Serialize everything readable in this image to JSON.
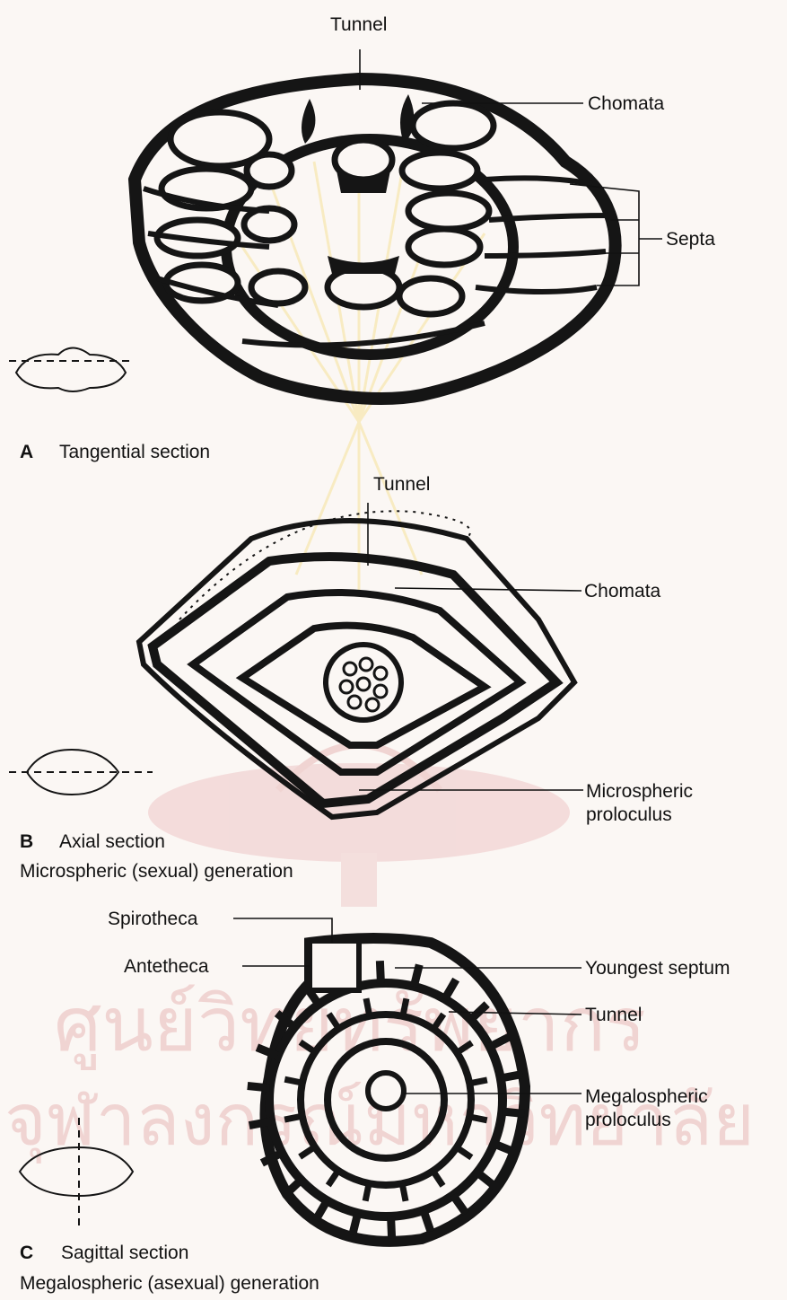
{
  "panel_a": {
    "letter": "A",
    "caption": "Tangential section",
    "labels": {
      "tunnel": "Tunnel",
      "chomata": "Chomata",
      "septa": "Septa"
    }
  },
  "panel_b": {
    "letter": "B",
    "caption": "Axial section",
    "caption2": "Microspheric (sexual) generation",
    "labels": {
      "tunnel": "Tunnel",
      "chomata": "Chomata",
      "proloculus_1": "Microspheric",
      "proloculus_2": "proloculus"
    }
  },
  "panel_c": {
    "letter": "C",
    "caption": "Sagittal section",
    "caption2": "Megalospheric (asexual) generation",
    "labels": {
      "spirotheca": "Spirotheca",
      "antetheca": "Antetheca",
      "youngest_septum": "Youngest septum",
      "tunnel": "Tunnel",
      "proloculus_1": "Megalospheric",
      "proloculus_2": "proloculus"
    }
  },
  "watermark": {
    "line1": "ศูนย์วิทยทรัพยากร",
    "line2": "จุฬาลงกรณ์มหาวิทยาลัย"
  },
  "colors": {
    "background": "#fbf7f4",
    "ink": "#151515",
    "watermark": "#e8b8b8",
    "watermark_glow": "#f6e29a"
  }
}
